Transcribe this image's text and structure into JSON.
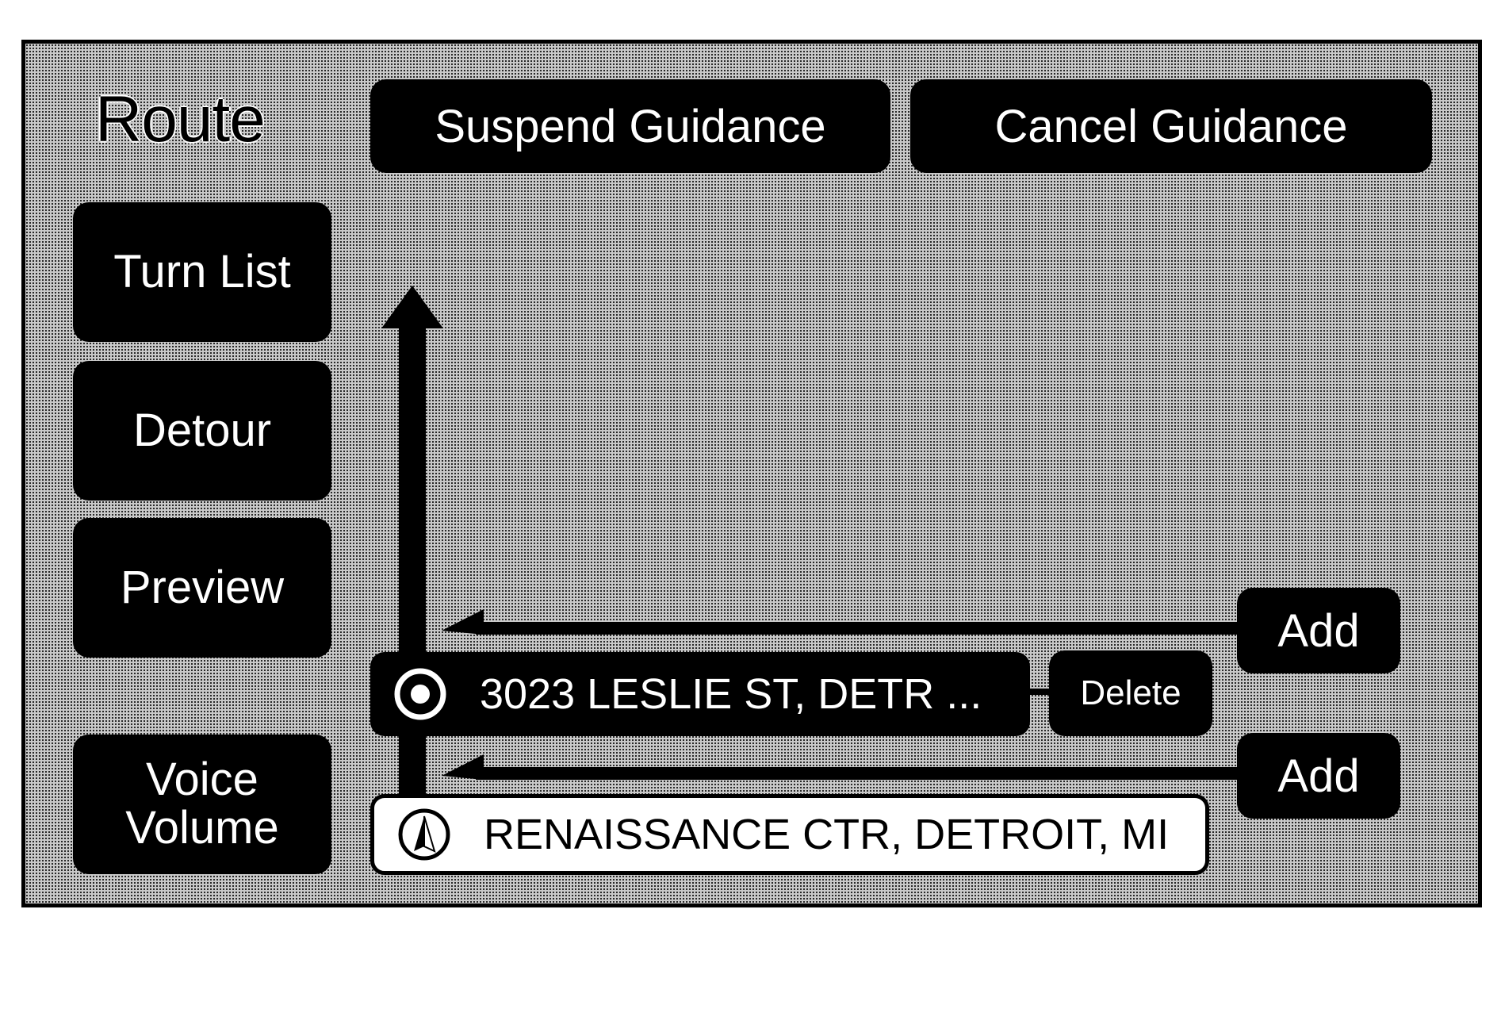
{
  "screen": {
    "title": "Route"
  },
  "top_buttons": {
    "suspend_label": "Suspend Guidance",
    "cancel_label": "Cancel Guidance"
  },
  "side_menu": {
    "turn_list_label": "Turn List",
    "detour_label": "Detour",
    "preview_label": "Preview",
    "voice_volume_line1": "Voice",
    "voice_volume_line2": "Volume"
  },
  "route_list": {
    "add_label": "Add",
    "delete_label": "Delete",
    "waypoint_address": "3023 LESLIE ST, DETR ...",
    "waypoint_icon": "target-icon",
    "origin_address": "RENAISSANCE CTR, DETROIT, MI",
    "origin_icon": "vehicle-position-icon"
  },
  "colors": {
    "button_fill": "#000000",
    "button_text": "#ffffff",
    "background_pattern": "#c9c9c9"
  }
}
